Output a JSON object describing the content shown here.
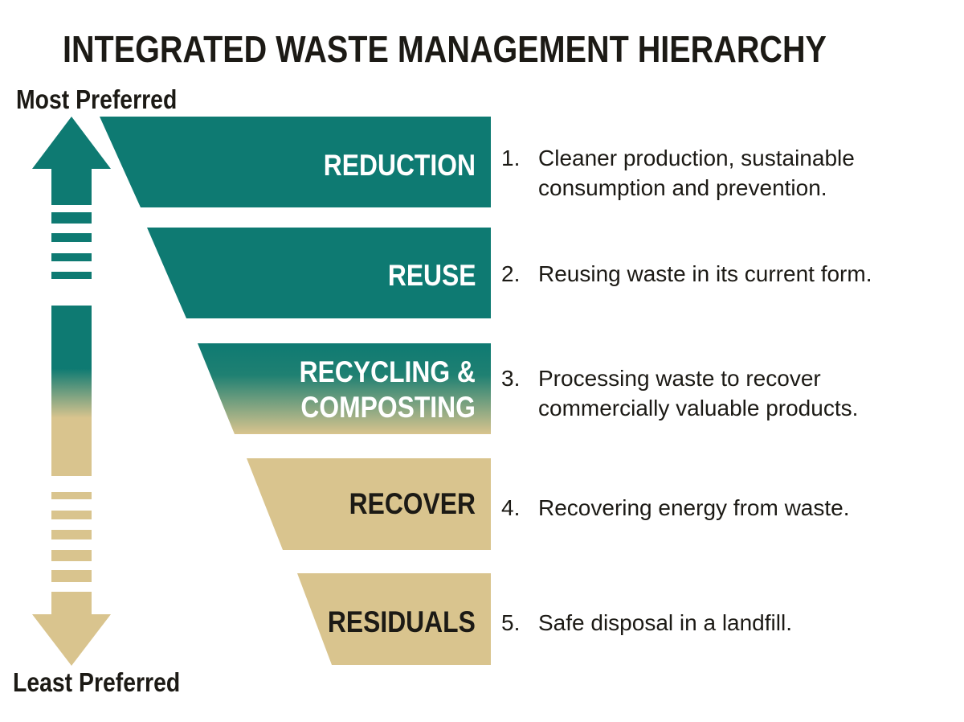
{
  "title": "INTEGRATED WASTE MANAGEMENT HIERARCHY",
  "scale": {
    "top_label": "Most Preferred",
    "bottom_label": "Least Preferred"
  },
  "colors": {
    "teal": "#0e7a72",
    "tan": "#d9c48e",
    "text_dark": "#1c1a15",
    "label_light": "#ffffff"
  },
  "tiers": [
    {
      "name": "REDUCTION",
      "number": "1.",
      "description": [
        "Cleaner production, sustainable",
        "consumption and prevention."
      ]
    },
    {
      "name": "REUSE",
      "number": "2.",
      "description": [
        "Reusing waste in its current form."
      ]
    },
    {
      "name": [
        "RECYCLING &",
        "COMPOSTING"
      ],
      "number": "3.",
      "description": [
        "Processing waste to recover",
        "commercially valuable products."
      ]
    },
    {
      "name": "RECOVER",
      "number": "4.",
      "description": [
        "Recovering energy from waste."
      ]
    },
    {
      "name": "RESIDUALS",
      "number": "5.",
      "description": [
        "Safe disposal in a landfill."
      ]
    }
  ]
}
